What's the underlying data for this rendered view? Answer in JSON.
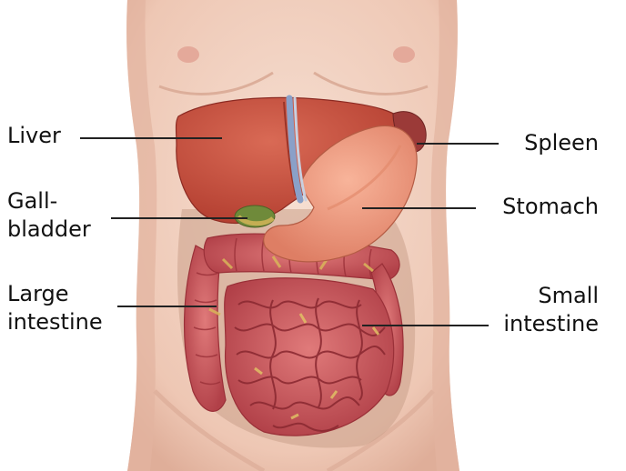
{
  "labels": {
    "liver": "Liver",
    "gallbladder": [
      "Gall-",
      "bladder"
    ],
    "large_intestine": [
      "Large",
      "intestine"
    ],
    "spleen": "Spleen",
    "stomach": "Stomach",
    "small_intestine": [
      "Small",
      "intestine"
    ]
  },
  "colors": {
    "skin": "#f3d3c3",
    "skin_shadow": "#e2b4a0",
    "liver": "#c95040",
    "stomach": "#ee9a7d",
    "intestine": "#c8545a",
    "fat": "#d9b65a",
    "leader_line": "#222222"
  }
}
